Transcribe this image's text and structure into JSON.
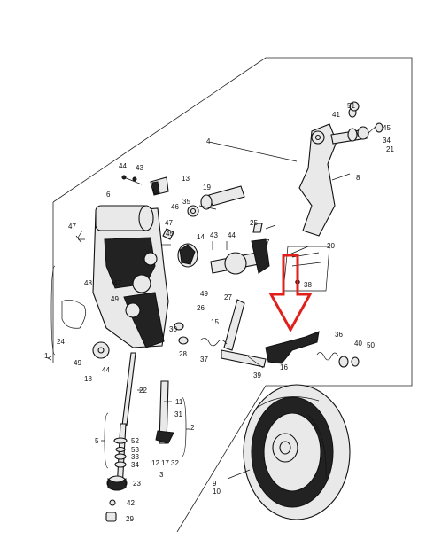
{
  "diagram": {
    "labels": {
      "l1": "1",
      "l2": "2",
      "l3": "3",
      "l4": "4",
      "l5": "5",
      "l6": "6",
      "l7": "7",
      "l8": "8",
      "l9": "9",
      "l10": "10",
      "l11": "11",
      "l12": "12",
      "l13": "13",
      "l14": "14",
      "l15": "15",
      "l16": "16",
      "l17": "17",
      "l18": "18",
      "l19": "19",
      "l20": "20",
      "l21": "21",
      "l22": "22",
      "l23": "23",
      "l24": "24",
      "l25": "25",
      "l26": "26",
      "l27": "27",
      "l28": "28",
      "l29": "29",
      "l30": "30",
      "l31": "31",
      "l32": "32",
      "l33": "33",
      "l34": "34",
      "l35": "35",
      "l36": "36",
      "l37": "37",
      "l38": "38",
      "l39": "39",
      "l40": "40",
      "l41": "41",
      "l42": "42",
      "l43": "43",
      "l44": "44",
      "l45": "45",
      "l46": "46",
      "l47": "47",
      "l48": "48",
      "l49": "49",
      "l50": "50",
      "l51": "51",
      "l52": "52",
      "l53": "53"
    },
    "arrow_color": "#e0201b"
  }
}
